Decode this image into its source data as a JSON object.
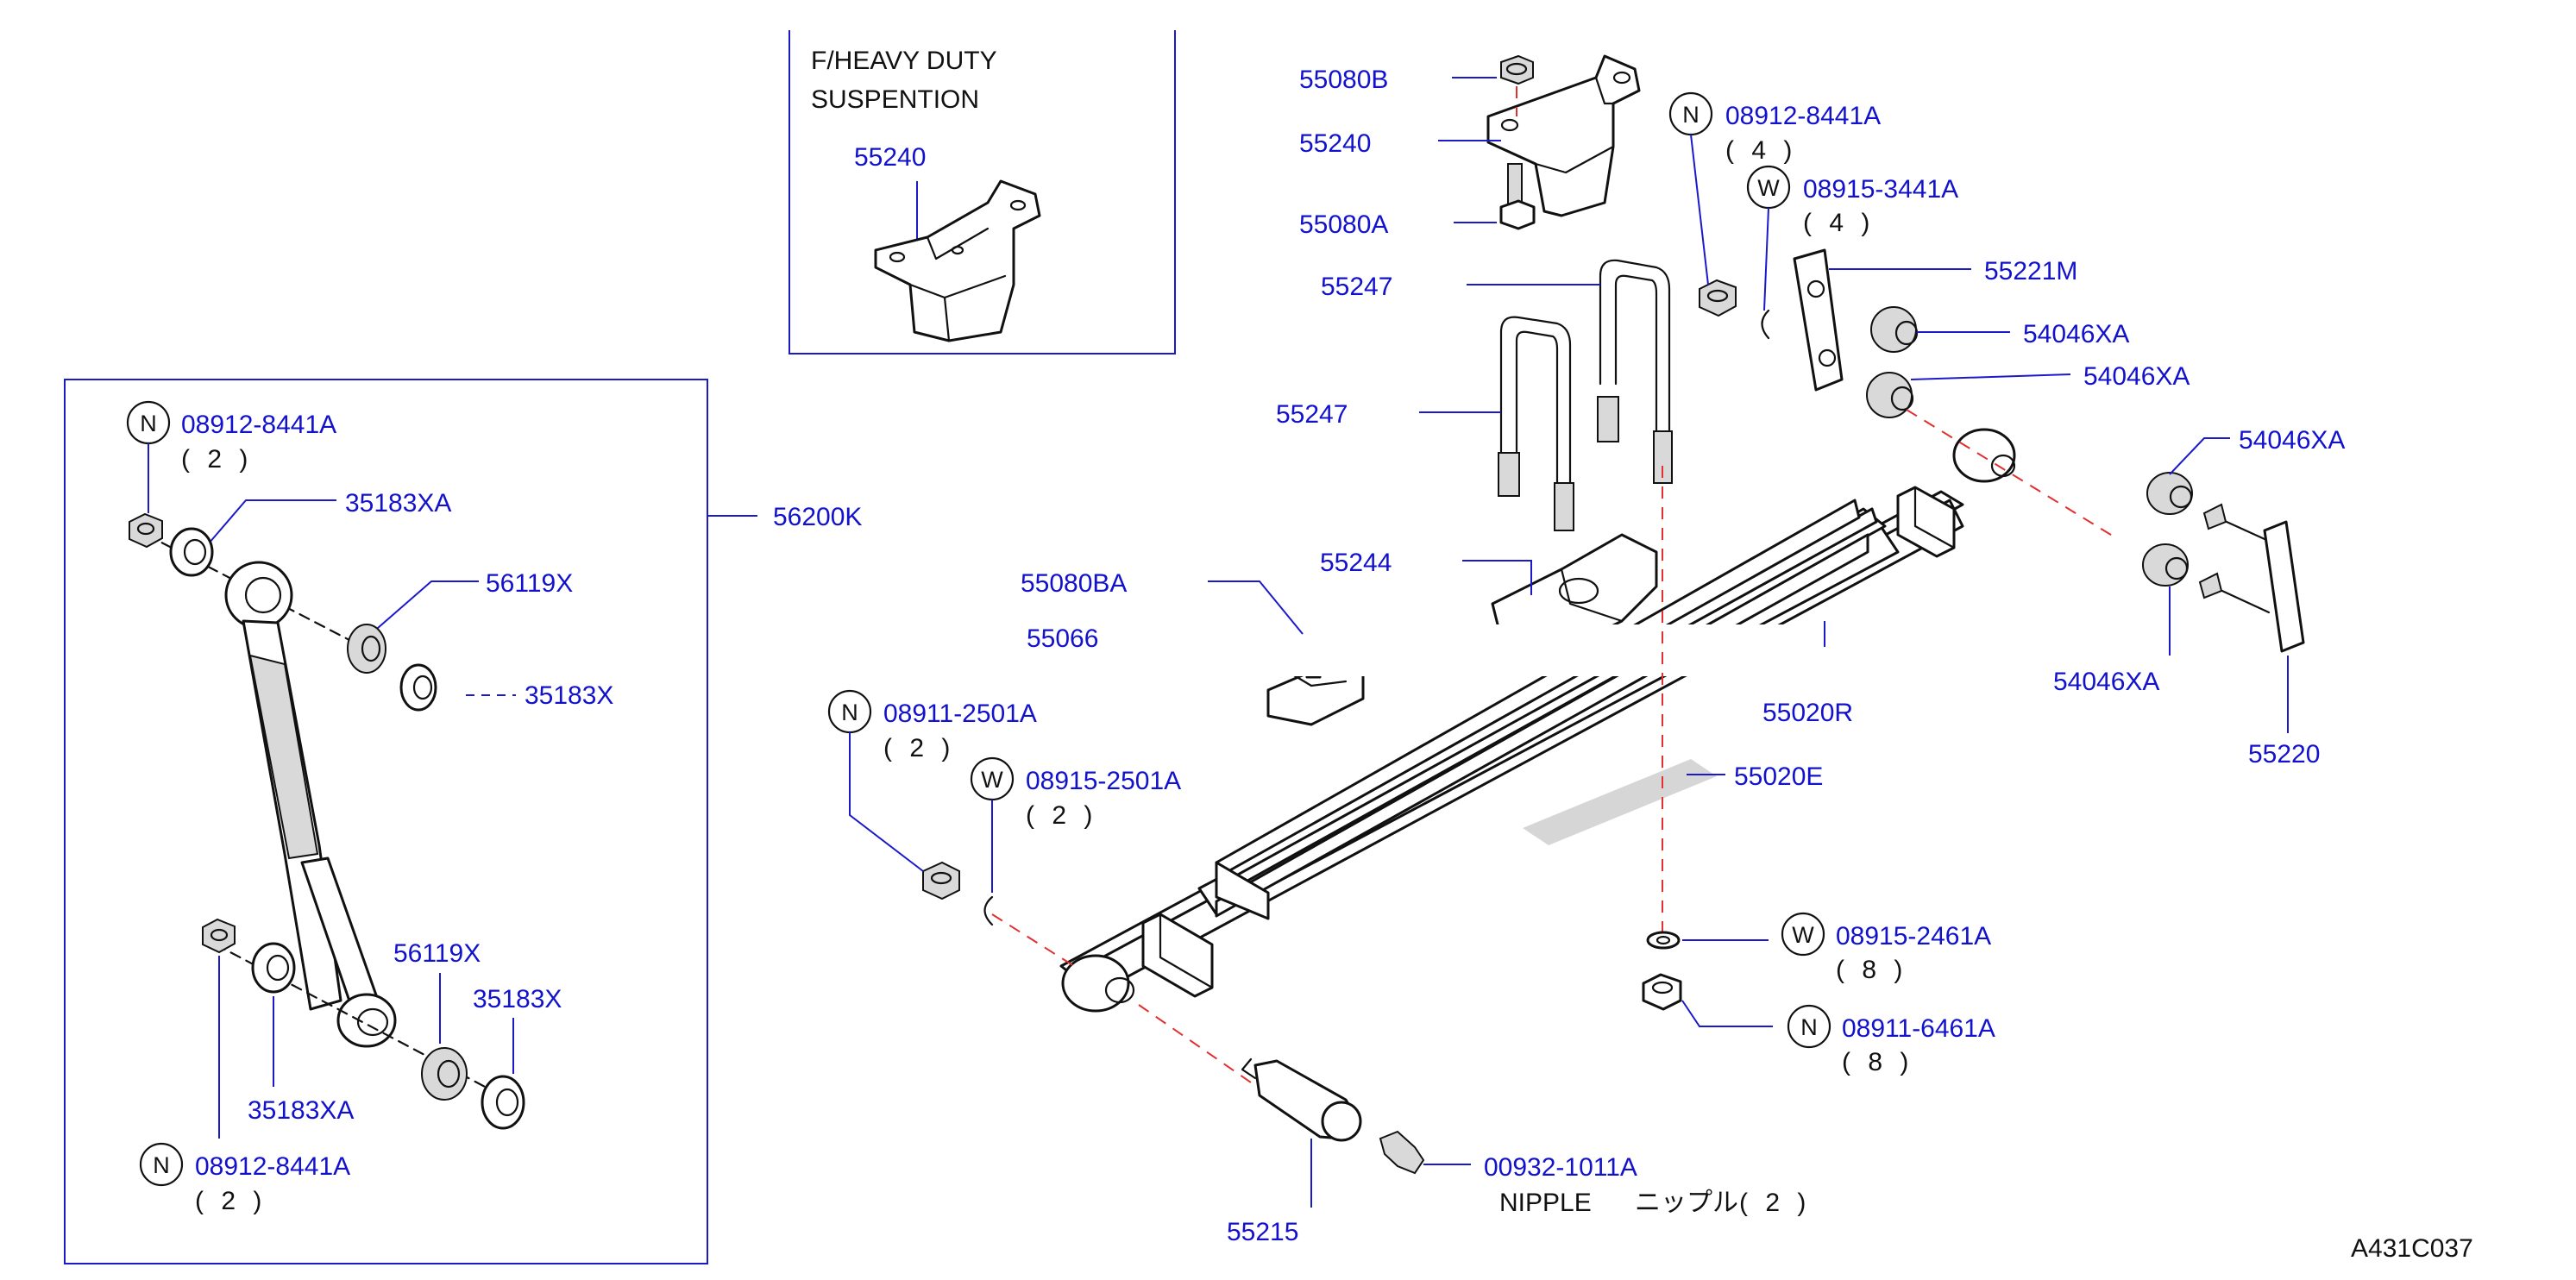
{
  "inset": {
    "title_line1": "F/HEAVY  DUTY",
    "title_line2": "SUSPENTION",
    "part_55240": "55240"
  },
  "shock": {
    "assembly": "56200K",
    "n_top_part": "08912-8441A",
    "n_top_qty": "( 2 )",
    "washer_top_a": "35183XA",
    "bush_top": "56119X",
    "washer_top_b": "35183X",
    "bush_bottom": "56119X",
    "washer_bottom_b": "35183X",
    "washer_bottom_a": "35183XA",
    "n_bottom_part": "08912-8441A",
    "n_bottom_qty": "( 2 )"
  },
  "spring": {
    "bolt_55080B": "55080B",
    "bracket_55240": "55240",
    "bolt_55080A": "55080A",
    "ubolt_upper": "55247",
    "ubolt_lower": "55247",
    "seat_55244": "55244",
    "bolt_55080BA": "55080BA",
    "bumper_55066": "55066",
    "spring_55020R": "55020R",
    "plate_55020E": "55020E",
    "pin_55215": "55215",
    "nipple_part": "00932-1011A",
    "nipple_text": "NIPPLE",
    "nipple_jp": "ニップル",
    "nipple_qty": "( 2 )",
    "n_front_part": "08911-2501A",
    "n_front_qty": "( 2 )",
    "w_front_part": "08915-2501A",
    "w_front_qty": "( 2 )",
    "w_ubolt_part": "08915-2461A",
    "w_ubolt_qty": "( 8 )",
    "n_ubolt_part": "08911-6461A",
    "n_ubolt_qty": "( 8 )"
  },
  "shackle": {
    "n_part": "08912-8441A",
    "n_qty": "( 4 )",
    "w_part": "08915-3441A",
    "w_qty": "( 4 )",
    "link_55221M": "55221M",
    "bush_1": "54046XA",
    "bush_2": "54046XA",
    "bush_3": "54046XA",
    "bush_4": "54046XA",
    "link_55220": "55220"
  },
  "badges": {
    "nut": "N",
    "washer": "W"
  },
  "diagram_code": "A431C037",
  "colors": {
    "label_blue": "#1212cc",
    "leader_blue": "#1a1acc",
    "centerline_red": "#e03030"
  }
}
